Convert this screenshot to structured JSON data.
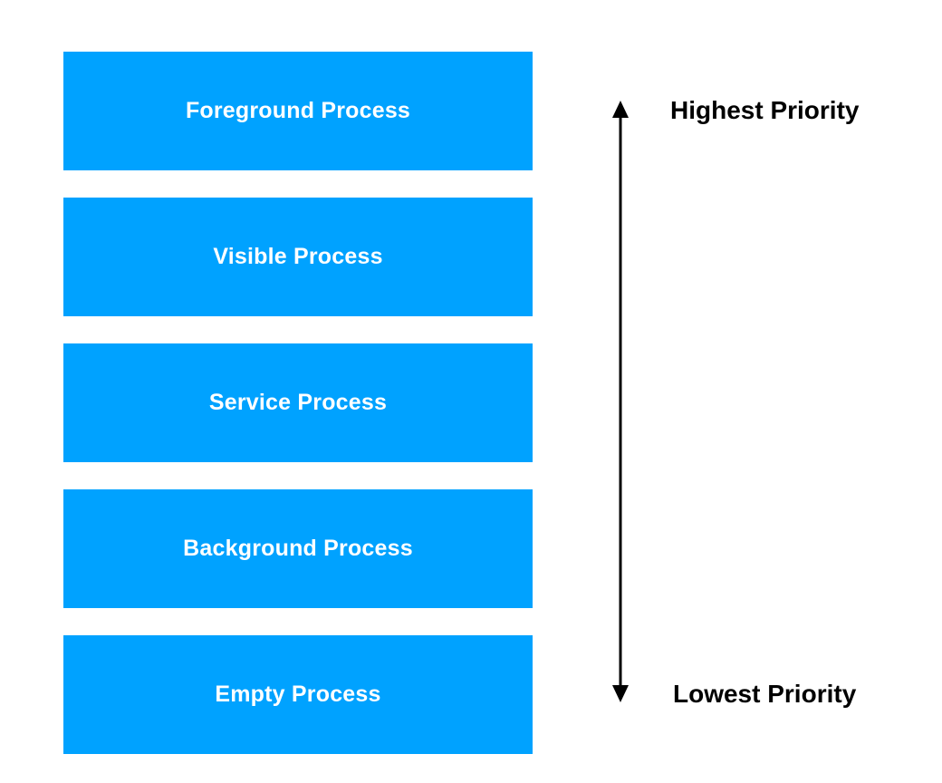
{
  "colors": {
    "box_fill": "#00a2ff",
    "box_text": "#ffffff",
    "arrow": "#000000",
    "label_text": "#000000"
  },
  "processes": [
    {
      "label": "Foreground Process"
    },
    {
      "label": "Visible Process"
    },
    {
      "label": "Service Process"
    },
    {
      "label": "Background Process"
    },
    {
      "label": "Empty Process"
    }
  ],
  "priority_scale": {
    "high_label": "Highest Priority",
    "low_label": "Lowest Priority",
    "arrow_icon": "double-headed-vertical-arrow-icon"
  }
}
